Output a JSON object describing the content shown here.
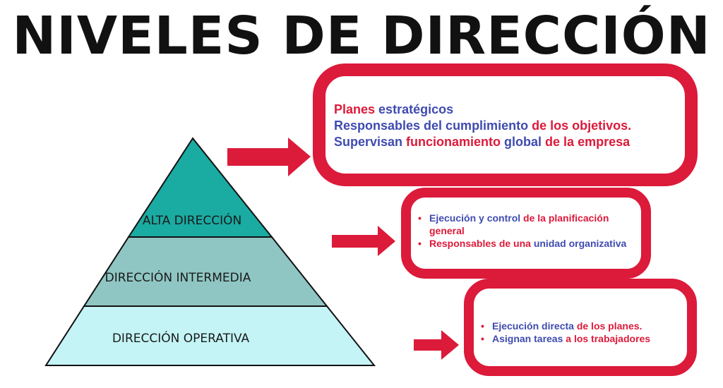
{
  "title": "NIVELES DE DIRECCIÓN",
  "colors": {
    "red": "#dc1a3a",
    "blue": "#3f4bb0",
    "alta": "#1aaba2",
    "intermedia": "#8fc6c3",
    "operativa": "#c4f4f5"
  },
  "pyramid": {
    "levels": [
      "ALTA DIRECCIÓN",
      "DIRECCIÓN INTERMEDIA",
      "DIRECCIÓN OPERATIVA"
    ]
  },
  "boxes": [
    {
      "bulleted": false,
      "lines": [
        [
          {
            "t": "Planes ",
            "c": "r"
          },
          {
            "t": "estratégicos",
            "c": "b"
          }
        ],
        [
          {
            "t": "Responsables del cumplimiento ",
            "c": "b"
          },
          {
            "t": "de los objetivos.",
            "c": "r"
          }
        ],
        [
          {
            "t": "Supervisan ",
            "c": "b"
          },
          {
            "t": "funcionamiento ",
            "c": "r"
          },
          {
            "t": "global ",
            "c": "b"
          },
          {
            "t": "de la empresa",
            "c": "r"
          }
        ]
      ]
    },
    {
      "bulleted": true,
      "lines": [
        [
          {
            "t": "Ejecución y control ",
            "c": "b"
          },
          {
            "t": "de la planificación general",
            "c": "r"
          }
        ],
        [
          {
            "t": "Responsables de una ",
            "c": "r"
          },
          {
            "t": "unidad organizativa",
            "c": "b"
          }
        ]
      ]
    },
    {
      "bulleted": true,
      "lines": [
        [
          {
            "t": "Ejecución directa ",
            "c": "b"
          },
          {
            "t": "de los planes.",
            "c": "r"
          }
        ],
        [
          {
            "t": "Asignan tareas ",
            "c": "b"
          },
          {
            "t": "a los trabajadores",
            "c": "r"
          }
        ]
      ]
    }
  ]
}
